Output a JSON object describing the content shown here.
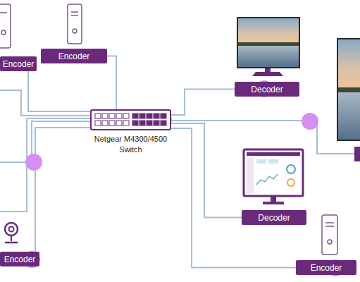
{
  "diagram": {
    "nodes": [
      {
        "text": [
          "Encoder"
        ]
      },
      {
        "text": [
          "Encoder"
        ]
      },
      {
        "text": [
          "Decoder"
        ]
      },
      {
        "text": [
          "Netgear M4300/4500 Switch"
        ]
      },
      {
        "text": [
          "Decoder"
        ]
      },
      {
        "text": [
          "Encoder"
        ]
      },
      {
        "text": [
          "Encoder"
        ]
      }
    ],
    "edges": [
      {
        "from": 0,
        "to": 3,
        "arrow": "none"
      },
      {
        "from": 1,
        "to": 3,
        "arrow": "none"
      },
      {
        "from": 3,
        "to": 2,
        "arrow": "none"
      },
      {
        "from": 3,
        "to": 4,
        "arrow": "none"
      },
      {
        "from": 3,
        "to": 6,
        "arrow": "none"
      },
      {
        "from": 5,
        "to": 3,
        "arrow": "none"
      }
    ]
  }
}
